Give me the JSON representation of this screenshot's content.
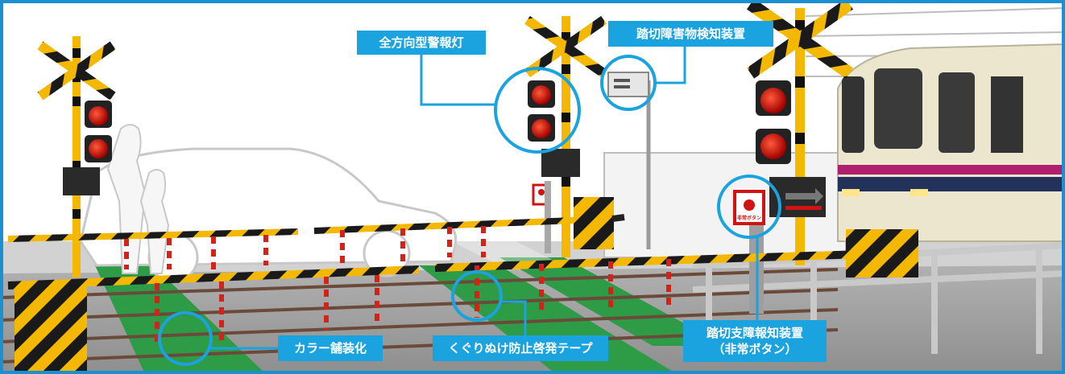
{
  "labels": {
    "warning_light": "全方向型警報灯",
    "obstacle_detector": "踏切障害物検知装置",
    "color_pavement": "カラー舗装化",
    "anti_passage_tape": "くぐりぬけ防止啓発テープ",
    "emergency_button_line1": "踏切支障報知装置",
    "emergency_button_line2": "（非常ボタン）"
  },
  "button_sign": "非常ボタン",
  "colors": {
    "callout_bg": "#1aa3de",
    "highlight_ring": "#1aa3de",
    "pavement_green": "#2e9b47",
    "crossing_yellow": "#f5b800",
    "train_stripe": "#b01f6e"
  }
}
